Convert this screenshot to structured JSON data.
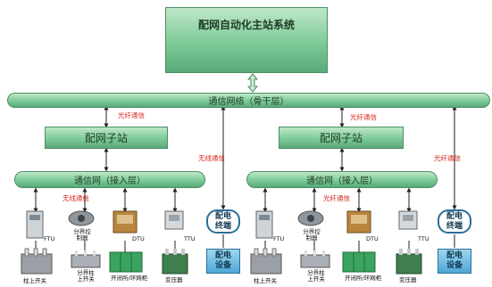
{
  "master_station": {
    "title": "配网自动化主站系统"
  },
  "backbone": {
    "label": "通信网络（骨干层）"
  },
  "substations": [
    {
      "label": "配网子站",
      "uplink": "光纤通信"
    },
    {
      "label": "配网子站",
      "uplink": "光纤通信"
    }
  ],
  "access_networks": [
    {
      "label": "通信网（接入层）",
      "link": "无线通信"
    },
    {
      "label": "通信网（接入层）",
      "link": "光纤通信"
    }
  ],
  "direct_links": [
    "无线通信",
    "光纤通信"
  ],
  "terminal_label": "配电终端",
  "equipment_label": "配电设备",
  "controller_labels": [
    "FTU",
    "分界控制器",
    "DTU",
    "TTU"
  ],
  "device_labels": [
    "柱上开关",
    "分界柱上开关",
    "开闭所/环网柜",
    "变压器"
  ]
}
